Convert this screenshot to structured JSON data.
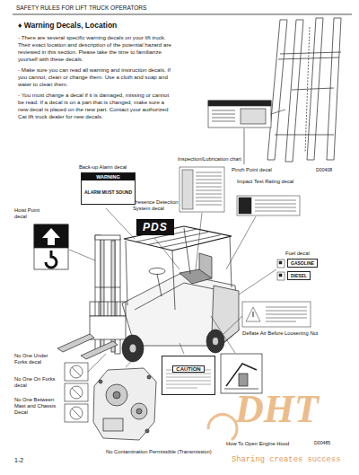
{
  "diagram": {
    "title": "♦ Warning Decals, Location",
    "nodes": [
      {
        "text": [
          "WARNING",
          "ALARM MUST SOUND"
        ]
      },
      {
        "text": [
          "PDS"
        ]
      },
      {
        "text": [
          "GASOLINE"
        ]
      },
      {
        "text": [
          "DIESEL"
        ]
      },
      {
        "text": [
          "CAUTION"
        ]
      }
    ],
    "labels": [
      "SAFETY RULES FOR LIFT TRUCK OPERATORS",
      "- There are several specific warning decals on your lift truck. Their exact location and description of the potential hazard are reviewed in this section. Please take the time to familiarize yourself with these decals.",
      "- Make sure you can read all warning and instruction decals. If you cannot, clean or change them. Use a cloth and soap and water to clean them.",
      "- You must change a decal if it is damaged, missing or cannot be read. If a decal is on a part that is changed, make sure a new decal is placed on the new part. Contact your authorized Cat lift truck dealer for new decals.",
      "Pinch Point decal",
      "D00408",
      "Back-up Alarm decal",
      "Inspection/Lubrication chart",
      "Impact Test Rating decal",
      "Presence Detection System decal",
      "Hoist Point decal",
      "Fuel decal",
      "Deflate Air Before Loosening Nut",
      "No One Under Forks decal",
      "No One On Forks decal",
      "No One Between Mast and Chassis Decal",
      "No Contamination Permissible (Transmission)",
      "How To Open Engine Hood",
      "D00485",
      "1-2",
      "DHT",
      "Sharing creates success"
    ]
  }
}
